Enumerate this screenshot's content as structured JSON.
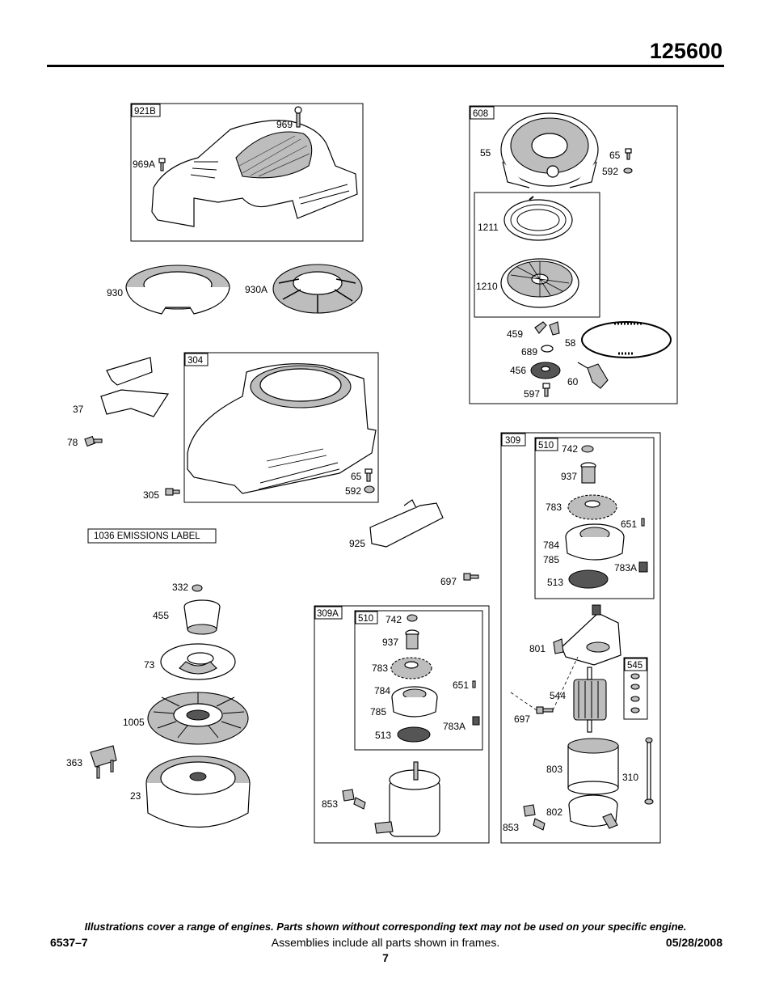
{
  "header": {
    "model": "125600"
  },
  "frames": {
    "f921B": "921B",
    "f608": "608",
    "f304": "304",
    "f309": "309",
    "f510a": "510",
    "f309A": "309A",
    "f510b": "510",
    "f545": "545",
    "emissions": "1036 EMISSIONS LABEL"
  },
  "callouts": {
    "p969": "969",
    "p969A": "969A",
    "p930": "930",
    "p930A": "930A",
    "p55": "55",
    "p65a": "65",
    "p592a": "592",
    "p1211": "1211",
    "p1210": "1210",
    "p459": "459",
    "p58": "58",
    "p689": "689",
    "p456": "456",
    "p60": "60",
    "p597": "597",
    "p37": "37",
    "p78": "78",
    "p305": "305",
    "p65b": "65",
    "p592b": "592",
    "p925": "925",
    "p697a": "697",
    "p332": "332",
    "p455": "455",
    "p73": "73",
    "p1005": "1005",
    "p363": "363",
    "p23": "23",
    "p742a": "742",
    "p937a": "937",
    "p783a": "783",
    "p651a": "651",
    "p784a": "784",
    "p785a": "785",
    "p783Aa": "783A",
    "p513a": "513",
    "p742b": "742",
    "p937b": "937",
    "p783b": "783",
    "p651b": "651",
    "p784b": "784",
    "p785b": "785",
    "p783Ab": "783A",
    "p513b": "513",
    "p853a": "853",
    "p801": "801",
    "p544": "544",
    "p697b": "697",
    "p803": "803",
    "p310": "310",
    "p802": "802",
    "p853b": "853"
  },
  "footer": {
    "note": "Illustrations cover a range of engines. Parts shown without corresponding text may not be used on your specific engine.",
    "doc_number": "6537–7",
    "assemblies": "Assemblies include all parts shown in frames.",
    "date": "05/28/2008",
    "page": "7"
  }
}
